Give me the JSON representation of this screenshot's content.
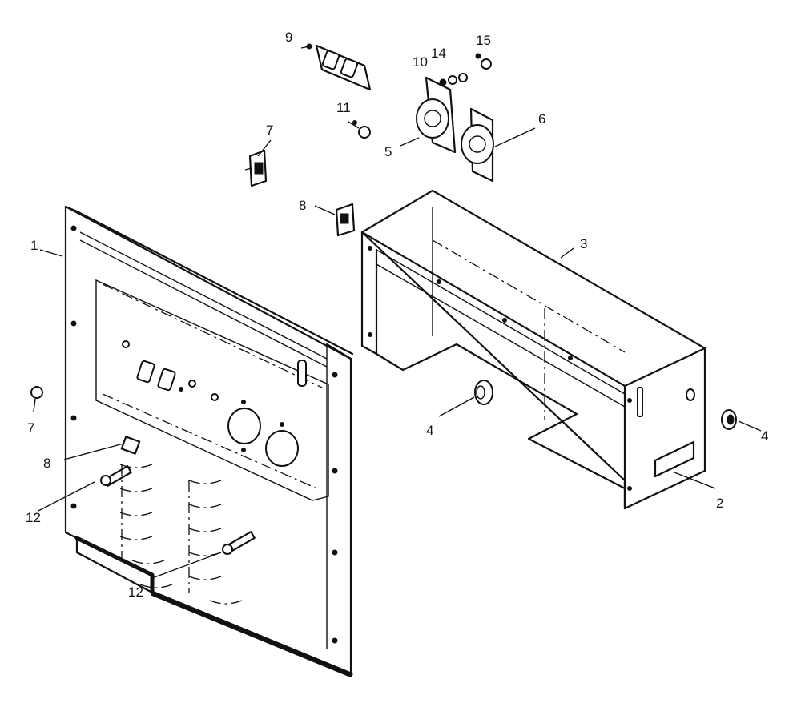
{
  "diagram": {
    "callouts": [
      {
        "id": "c1",
        "text": "1"
      },
      {
        "id": "c2",
        "text": "2"
      },
      {
        "id": "c3",
        "text": "3"
      },
      {
        "id": "c4a",
        "text": "4"
      },
      {
        "id": "c4b",
        "text": "4"
      },
      {
        "id": "c5",
        "text": "5"
      },
      {
        "id": "c6",
        "text": "6"
      },
      {
        "id": "c7a",
        "text": "7"
      },
      {
        "id": "c7b",
        "text": "7"
      },
      {
        "id": "c8a",
        "text": "8"
      },
      {
        "id": "c8b",
        "text": "8"
      },
      {
        "id": "c9",
        "text": "9"
      },
      {
        "id": "c10",
        "text": "10"
      },
      {
        "id": "c11",
        "text": "11"
      },
      {
        "id": "c12a",
        "text": "12"
      },
      {
        "id": "c12b",
        "text": "12"
      },
      {
        "id": "c14",
        "text": "14"
      },
      {
        "id": "c15",
        "text": "15"
      }
    ]
  }
}
